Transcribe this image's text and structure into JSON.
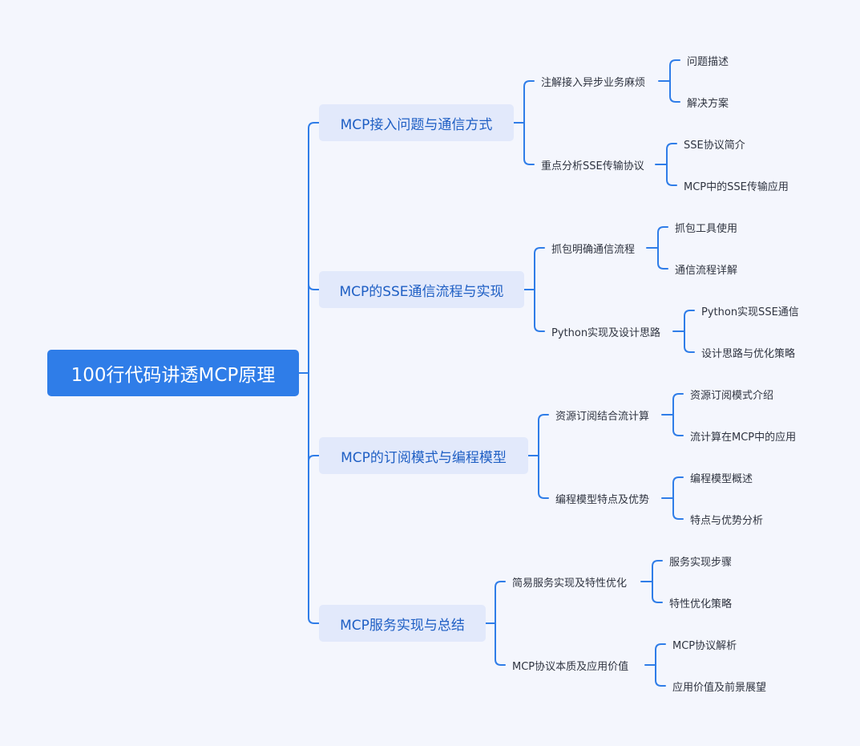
{
  "mindmap": {
    "root": "100行代码讲透MCP原理",
    "branches": [
      {
        "label": "MCP接入问题与通信方式",
        "children": [
          {
            "label": "注解接入异步业务麻烦",
            "children": [
              "问题描述",
              "解决方案"
            ]
          },
          {
            "label": "重点分析SSE传输协议",
            "children": [
              "SSE协议简介",
              "MCP中的SSE传输应用"
            ]
          }
        ]
      },
      {
        "label": "MCP的SSE通信流程与实现",
        "children": [
          {
            "label": "抓包明确通信流程",
            "children": [
              "抓包工具使用",
              "通信流程详解"
            ]
          },
          {
            "label": "Python实现及设计思路",
            "children": [
              "Python实现SSE通信",
              "设计思路与优化策略"
            ]
          }
        ]
      },
      {
        "label": "MCP的订阅模式与编程模型",
        "children": [
          {
            "label": "资源订阅结合流计算",
            "children": [
              "资源订阅模式介绍",
              "流计算在MCP中的应用"
            ]
          },
          {
            "label": "编程模型特点及优势",
            "children": [
              "编程模型概述",
              "特点与优势分析"
            ]
          }
        ]
      },
      {
        "label": "MCP服务实现与总结",
        "children": [
          {
            "label": "简易服务实现及特性优化",
            "children": [
              "服务实现步骤",
              "特性优化策略"
            ]
          },
          {
            "label": "MCP协议本质及应用价值",
            "children": [
              "MCP协议解析",
              "应用价值及前景展望"
            ]
          }
        ]
      }
    ]
  },
  "colors": {
    "background": "#f4f6fd",
    "root_fill": "#2f7de8",
    "branch_fill": "#e2e9fb",
    "branch_text": "#1f5fc4",
    "connector": "#2f7de8",
    "text": "#2f3440"
  }
}
